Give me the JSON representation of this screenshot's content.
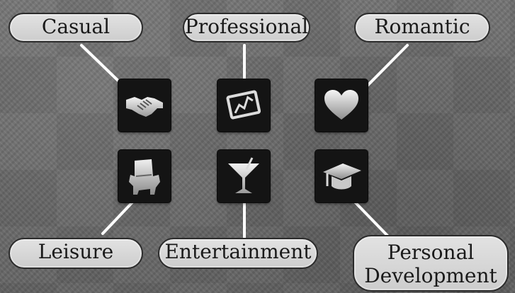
{
  "categories": [
    {
      "label": "Casual",
      "icon": "handshake-icon"
    },
    {
      "label": "Professional",
      "icon": "chart-frame-icon"
    },
    {
      "label": "Romantic",
      "icon": "heart-icon"
    },
    {
      "label": "Leisure",
      "icon": "armchair-icon"
    },
    {
      "label": "Entertainment",
      "icon": "cocktail-icon"
    },
    {
      "label": "Personal",
      "label_line2": "Development",
      "icon": "graduation-cap-icon"
    }
  ],
  "colors": {
    "label_fill": "#d8d8d8",
    "label_border": "#2b2b2b",
    "tile_fill": "#141414",
    "icon_metal": "#d9d9d9",
    "connector": "#ffffff"
  }
}
